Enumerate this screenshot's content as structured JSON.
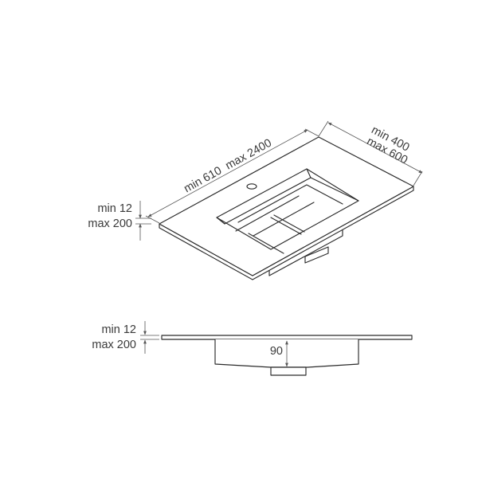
{
  "labels": {
    "length_min": "min 610",
    "length_max": "max 2400",
    "depth_min": "min 400",
    "depth_max": "max 600",
    "thickness_top_min": "min 12",
    "thickness_top_max": "max 200",
    "thickness_side_min": "min 12",
    "thickness_side_max": "max 200",
    "bowl_depth": "90"
  }
}
